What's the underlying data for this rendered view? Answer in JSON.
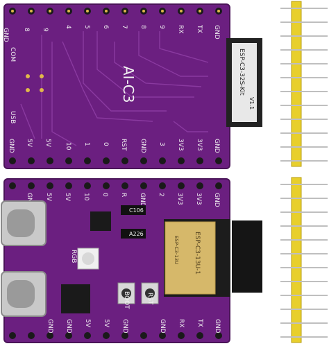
{
  "top_board": {
    "top_pins": [
      "GND",
      "8",
      "9",
      "4",
      "5",
      "6",
      "7",
      "8",
      "9",
      "RX",
      "TX",
      "GND"
    ],
    "bottom_pins": [
      "GND",
      "5V",
      "5V",
      "10",
      "1",
      "0",
      "RST",
      "GND",
      "3",
      "3V3",
      "3V3",
      "GND"
    ],
    "left_text": [
      "COM",
      "USB"
    ],
    "silk_title": "AI-C3",
    "module_label": "ESP-C3-32S-Kit",
    "module_version": "V1.1"
  },
  "bottom_board": {
    "top_pins": [
      "GND",
      "5V",
      "5V",
      "10",
      "0",
      "R",
      "GND",
      "2",
      "3V3",
      "3V3",
      "GND"
    ],
    "bottom_pins": [
      "GND",
      "GND",
      "5V",
      "5V",
      "GND",
      "GND",
      "RX",
      "TX",
      "GND"
    ],
    "chip_labels": [
      "C106",
      "A226"
    ],
    "button_labels": [
      "BOOT",
      "RST"
    ],
    "led_label": "RGB",
    "module_text": "ESP-C3-13U-1",
    "shield_text": "ESP-C3-13U"
  },
  "colors": {
    "pcb": "#6a1f7e",
    "pcb_dark": "#4a1459",
    "header_gold": "#e8d23a",
    "pin_metal": "#c8c8c8"
  }
}
